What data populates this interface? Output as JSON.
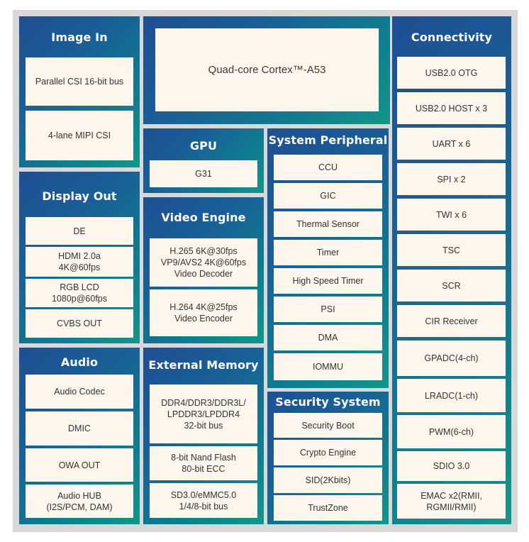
{
  "colors": {
    "panel_start": "#1f4f93",
    "panel_end": "#13958a",
    "box": "#fdf6ec",
    "frame": "#d8d8d8"
  },
  "cpu": {
    "label": "Quad-core Cortex™-A53"
  },
  "image_in": {
    "title": "Image In",
    "items": [
      "Parallel CSI 16-bit bus",
      "4-lane MIPI CSI"
    ]
  },
  "display_out": {
    "title": "Display Out",
    "items": [
      "DE",
      "HDMI 2.0a\n4K@60fps",
      "RGB LCD\n1080p@60fps",
      "CVBS OUT"
    ]
  },
  "audio": {
    "title": "Audio",
    "items": [
      "Audio Codec",
      "DMIC",
      "OWA OUT",
      "Audio HUB\n(I2S/PCM, DAM)"
    ]
  },
  "gpu": {
    "title": "GPU",
    "items": [
      "G31"
    ]
  },
  "video_engine": {
    "title": "Video Engine",
    "items": [
      "H.265 6K@30fps\nVP9/AVS2 4K@60fps\nVideo Decoder",
      "H.264 4K@25fps\nVideo Encoder"
    ]
  },
  "external_memory": {
    "title": "External Memory",
    "items": [
      "DDR4/DDR3/DDR3L/\nLPDDR3/LPDDR4\n32-bit bus",
      "8-bit Nand Flash\n80-bit ECC",
      "SD3.0/eMMC5.0\n1/4/8-bit bus"
    ]
  },
  "system_peripheral": {
    "title": "System Peripheral",
    "items": [
      "CCU",
      "GIC",
      "Thermal Sensor",
      "Timer",
      "High Speed Timer",
      "PSI",
      "DMA",
      "IOMMU"
    ]
  },
  "security_system": {
    "title": "Security System",
    "items": [
      "Security Boot",
      "Crypto Engine",
      "SID(2Kbits)",
      "TrustZone"
    ]
  },
  "connectivity": {
    "title": "Connectivity",
    "items": [
      "USB2.0 OTG",
      "USB2.0 HOST x 3",
      "UART x 6",
      "SPI x 2",
      "TWI x 6",
      "TSC",
      "SCR",
      "CIR Receiver",
      "GPADC(4-ch)",
      "LRADC(1-ch)",
      "PWM(6-ch)",
      "SDIO 3.0",
      "EMAC x2(RMII,\nRGMII/RMII)"
    ]
  }
}
